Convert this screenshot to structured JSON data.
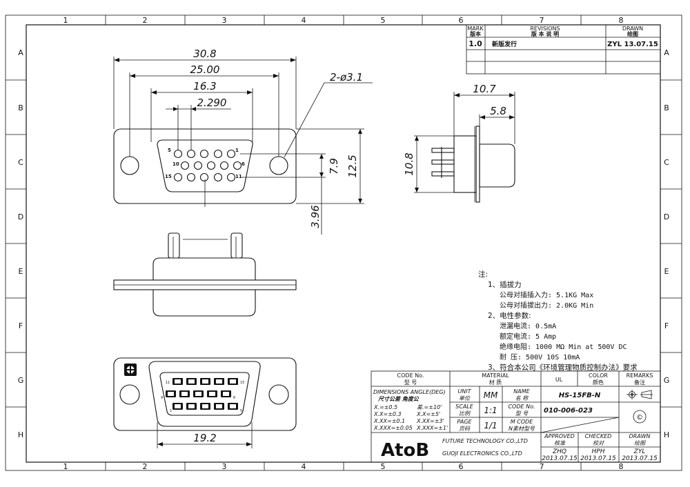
{
  "frame": {
    "col_numbers": [
      "1",
      "2",
      "3",
      "4",
      "5",
      "6",
      "7",
      "8"
    ],
    "row_letters": [
      "A",
      "B",
      "C",
      "D",
      "E",
      "F",
      "G",
      "H"
    ]
  },
  "revisions": {
    "h_mark": "MARK",
    "h_mark_cn": "版本",
    "h_rev": "REVISIONS",
    "h_rev_cn": "版 本 说 明",
    "h_drawn": "DRAWN",
    "h_drawn_cn": "绘图",
    "r1_mark": "1.0",
    "r1_desc": "新版发行",
    "r1_drawn": "ZYL 13.07.15"
  },
  "dimensions": {
    "d308": "30.8",
    "d2500": "25.00",
    "d163": "16.3",
    "d2290": "2.290",
    "dhole": "2-ø3.1",
    "d79": "7.9",
    "d125": "12.5",
    "d396": "3.96",
    "d107": "10.7",
    "d58": "5.8",
    "d108": "10.8",
    "d192": "19.2"
  },
  "pins": {
    "p1": "1",
    "p5": "5",
    "p6": "6",
    "p10": "10",
    "p11": "11",
    "p15": "15"
  },
  "bottom_pins": {
    "b11": "11",
    "b15": "15",
    "b9": "9",
    "b6": "6",
    "b1": "1",
    "b5": "5"
  },
  "notes": {
    "title": "注:",
    "l1": "1、插拔力",
    "l2": "公母对插插入力: 5.1KG Max",
    "l3": "公母对插拔出力: 2.0KG Min",
    "l4": "2、电性参数:",
    "l5": "泄漏电流: 0.5mA",
    "l6": "额定电流: 5 Amp",
    "l7": "绝缘电阻: 1000 MΩ  Min at 500V DC",
    "l8": "耐    压: 500V 10S 10mA",
    "l9": "3、符合本公司《环境管理物质控制办法》要求"
  },
  "title_block": {
    "code_no": "CODE No.",
    "code_no_cn": "型 号",
    "material": "MATERIAL",
    "material_cn": "材 质",
    "ul": "UL",
    "color": "COLOR",
    "color_cn": "颜色",
    "remarks": "REMARKS",
    "remarks_cn": "备注",
    "tol_title": "DIMENSIONS  ANGLE(DEG)",
    "tol_title_cn": "尺寸公差      角度公",
    "tol_1": "X.=±0.5",
    "tol_1a": "差.=±10'",
    "tol_2": "X.X=±0.3",
    "tol_2a": "X.X=±5'",
    "tol_3": "X.XX=±0.1",
    "tol_3a": "X.XX=±3'",
    "tol_4": "X.XXX=±0.05",
    "tol_4a": "X.XXX=±1'",
    "unit": "UNIT",
    "unit_cn": "单位",
    "unit_val": "MM",
    "name": "NAME",
    "name_cn": "名 称",
    "name_val": "HS-15FB-N",
    "scale": "SCALE",
    "scale_cn": "比例",
    "scale_val": "1:1",
    "code": "CODE No.",
    "code_cn": "型 号",
    "code_val": "010-006-023",
    "page": "PAGE",
    "page_cn": "页码",
    "page_val": "1/1",
    "mcode": "M CODE",
    "mcode_cn": "N素材型号",
    "logo": "AtoB",
    "company1": "FUTURE TECHNOLOGY CO.,LTD",
    "company2": "GUOJI ELECTRONICS CO.,LTD",
    "approved": "APPROVED",
    "approved_cn": "核准",
    "approved_by": "ZHQ",
    "approved_date": "2013.07.15",
    "checked": "CHECKED",
    "checked_cn": "校对",
    "checked_by": "HPH",
    "checked_date": "2013.07.15",
    "drawn": "DRAWN",
    "drawn_cn": "绘图",
    "drawn_by": "ZYL",
    "drawn_date": "2013.07.15",
    "copyright": "©"
  }
}
